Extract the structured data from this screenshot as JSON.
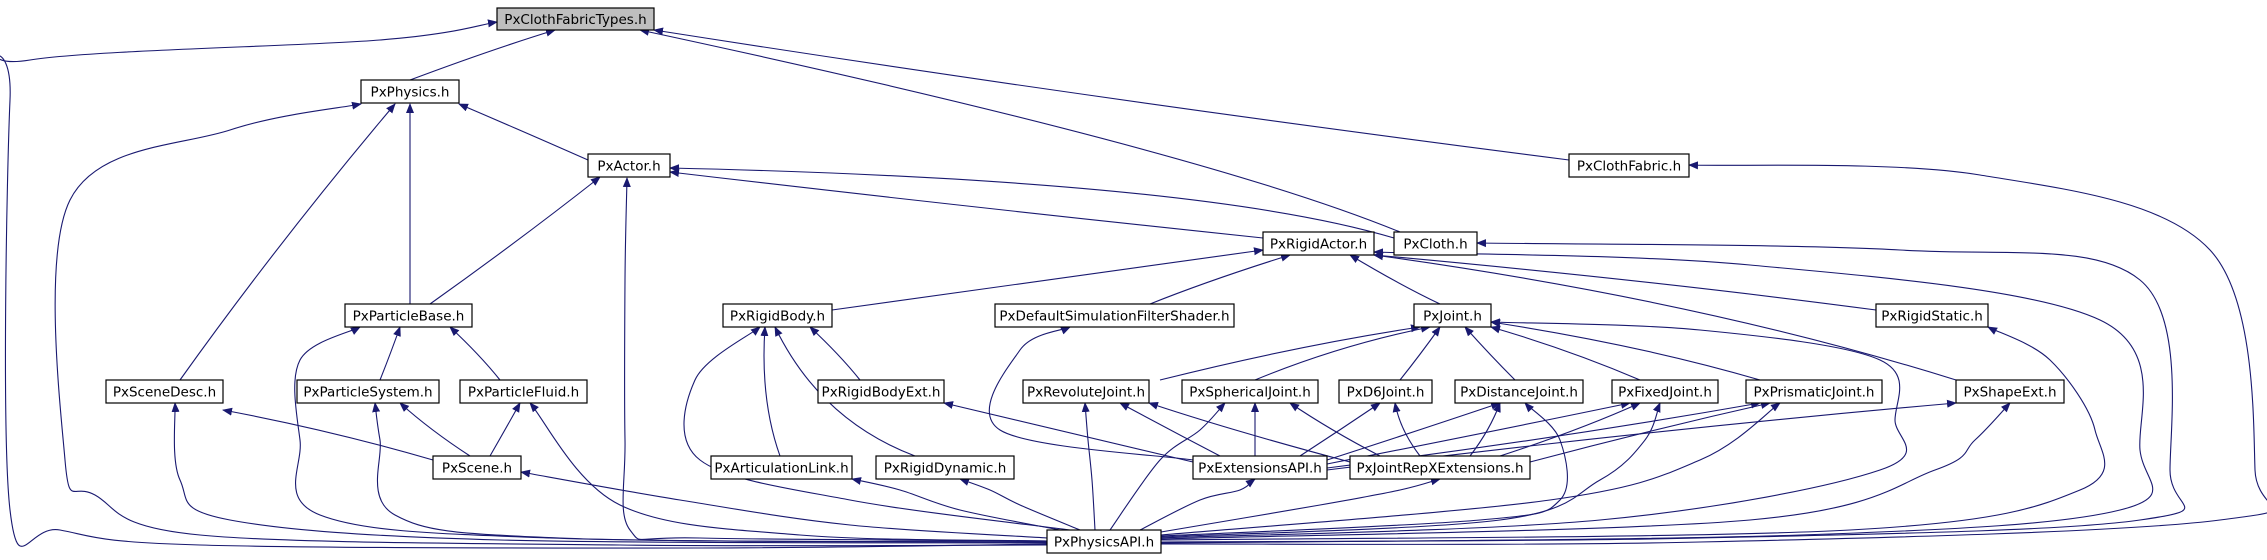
{
  "graph": {
    "root": "PxClothFabricTypes.h",
    "colors": {
      "edge": "#191970",
      "root_fill": "#bfbfbf",
      "node_fill": "#ffffff",
      "node_border": "#000000"
    },
    "nodes": [
      {
        "id": "clothfabrictypes",
        "label": "PxClothFabricTypes.h"
      },
      {
        "id": "physics",
        "label": "PxPhysics.h"
      },
      {
        "id": "actor",
        "label": "PxActor.h"
      },
      {
        "id": "clothfabric",
        "label": "PxClothFabric.h"
      },
      {
        "id": "rigidactor",
        "label": "PxRigidActor.h"
      },
      {
        "id": "cloth",
        "label": "PxCloth.h"
      },
      {
        "id": "particlebase",
        "label": "PxParticleBase.h"
      },
      {
        "id": "rigidbody",
        "label": "PxRigidBody.h"
      },
      {
        "id": "defaultfilter",
        "label": "PxDefaultSimulationFilterShader.h"
      },
      {
        "id": "joint",
        "label": "PxJoint.h"
      },
      {
        "id": "rigidstatic",
        "label": "PxRigidStatic.h"
      },
      {
        "id": "scenedesc",
        "label": "PxSceneDesc.h"
      },
      {
        "id": "particlesystem",
        "label": "PxParticleSystem.h"
      },
      {
        "id": "particlefluid",
        "label": "PxParticleFluid.h"
      },
      {
        "id": "rigidbodyext",
        "label": "PxRigidBodyExt.h"
      },
      {
        "id": "revolutejoint",
        "label": "PxRevoluteJoint.h"
      },
      {
        "id": "sphericaljoint",
        "label": "PxSphericalJoint.h"
      },
      {
        "id": "d6joint",
        "label": "PxD6Joint.h"
      },
      {
        "id": "distancejoint",
        "label": "PxDistanceJoint.h"
      },
      {
        "id": "fixedjoint",
        "label": "PxFixedJoint.h"
      },
      {
        "id": "prismaticjoint",
        "label": "PxPrismaticJoint.h"
      },
      {
        "id": "shapeext",
        "label": "PxShapeExt.h"
      },
      {
        "id": "scene",
        "label": "PxScene.h"
      },
      {
        "id": "articulationlink",
        "label": "PxArticulationLink.h"
      },
      {
        "id": "rigiddynamic",
        "label": "PxRigidDynamic.h"
      },
      {
        "id": "extensionsapi",
        "label": "PxExtensionsAPI.h"
      },
      {
        "id": "jointrepx",
        "label": "PxJointRepXExtensions.h"
      },
      {
        "id": "physicsapi",
        "label": "PxPhysicsAPI.h"
      }
    ],
    "edges": [
      {
        "from": "physics",
        "to": "clothfabrictypes"
      },
      {
        "from": "physicsapi",
        "to": "clothfabrictypes"
      },
      {
        "from": "cloth",
        "to": "clothfabrictypes"
      },
      {
        "from": "clothfabric",
        "to": "clothfabrictypes"
      },
      {
        "from": "actor",
        "to": "physics"
      },
      {
        "from": "particlebase",
        "to": "physics"
      },
      {
        "from": "scenedesc",
        "to": "physics"
      },
      {
        "from": "physicsapi",
        "to": "physics"
      },
      {
        "from": "rigidactor",
        "to": "actor"
      },
      {
        "from": "cloth",
        "to": "actor"
      },
      {
        "from": "particlebase",
        "to": "actor"
      },
      {
        "from": "physicsapi",
        "to": "actor"
      },
      {
        "from": "physicsapi",
        "to": "clothfabric"
      },
      {
        "from": "physicsapi",
        "to": "cloth"
      },
      {
        "from": "rigidbody",
        "to": "rigidactor"
      },
      {
        "from": "defaultfilter",
        "to": "rigidactor"
      },
      {
        "from": "joint",
        "to": "rigidactor"
      },
      {
        "from": "rigidstatic",
        "to": "rigidactor"
      },
      {
        "from": "shapeext",
        "to": "rigidactor"
      },
      {
        "from": "physicsapi",
        "to": "rigidactor"
      },
      {
        "from": "particlesystem",
        "to": "particlebase"
      },
      {
        "from": "particlefluid",
        "to": "particlebase"
      },
      {
        "from": "physicsapi",
        "to": "particlebase"
      },
      {
        "from": "rigidbodyext",
        "to": "rigidbody"
      },
      {
        "from": "articulationlink",
        "to": "rigidbody"
      },
      {
        "from": "rigiddynamic",
        "to": "rigidbody"
      },
      {
        "from": "physicsapi",
        "to": "rigidbody"
      },
      {
        "from": "extensionsapi",
        "to": "defaultfilter"
      },
      {
        "from": "revolutejoint",
        "to": "joint"
      },
      {
        "from": "sphericaljoint",
        "to": "joint"
      },
      {
        "from": "d6joint",
        "to": "joint"
      },
      {
        "from": "distancejoint",
        "to": "joint"
      },
      {
        "from": "fixedjoint",
        "to": "joint"
      },
      {
        "from": "prismaticjoint",
        "to": "joint"
      },
      {
        "from": "physicsapi",
        "to": "joint"
      },
      {
        "from": "physicsapi",
        "to": "rigidstatic"
      },
      {
        "from": "scene",
        "to": "scenedesc"
      },
      {
        "from": "physicsapi",
        "to": "scenedesc"
      },
      {
        "from": "scene",
        "to": "particlesystem"
      },
      {
        "from": "physicsapi",
        "to": "particlesystem"
      },
      {
        "from": "scene",
        "to": "particlefluid"
      },
      {
        "from": "physicsapi",
        "to": "particlefluid"
      },
      {
        "from": "extensionsapi",
        "to": "rigidbodyext"
      },
      {
        "from": "physicsapi",
        "to": "revolutejoint"
      },
      {
        "from": "extensionsapi",
        "to": "revolutejoint"
      },
      {
        "from": "jointrepx",
        "to": "revolutejoint"
      },
      {
        "from": "physicsapi",
        "to": "sphericaljoint"
      },
      {
        "from": "extensionsapi",
        "to": "sphericaljoint"
      },
      {
        "from": "jointrepx",
        "to": "sphericaljoint"
      },
      {
        "from": "extensionsapi",
        "to": "d6joint"
      },
      {
        "from": "jointrepx",
        "to": "d6joint"
      },
      {
        "from": "physicsapi",
        "to": "distancejoint"
      },
      {
        "from": "extensionsapi",
        "to": "distancejoint"
      },
      {
        "from": "jointrepx",
        "to": "distancejoint"
      },
      {
        "from": "physicsapi",
        "to": "fixedjoint"
      },
      {
        "from": "extensionsapi",
        "to": "fixedjoint"
      },
      {
        "from": "jointrepx",
        "to": "fixedjoint"
      },
      {
        "from": "physicsapi",
        "to": "prismaticjoint"
      },
      {
        "from": "extensionsapi",
        "to": "prismaticjoint"
      },
      {
        "from": "jointrepx",
        "to": "prismaticjoint"
      },
      {
        "from": "extensionsapi",
        "to": "shapeext"
      },
      {
        "from": "physicsapi",
        "to": "shapeext"
      },
      {
        "from": "physicsapi",
        "to": "scene"
      },
      {
        "from": "physicsapi",
        "to": "articulationlink"
      },
      {
        "from": "physicsapi",
        "to": "rigiddynamic"
      },
      {
        "from": "physicsapi",
        "to": "extensionsapi"
      },
      {
        "from": "physicsapi",
        "to": "jointrepx"
      }
    ]
  }
}
